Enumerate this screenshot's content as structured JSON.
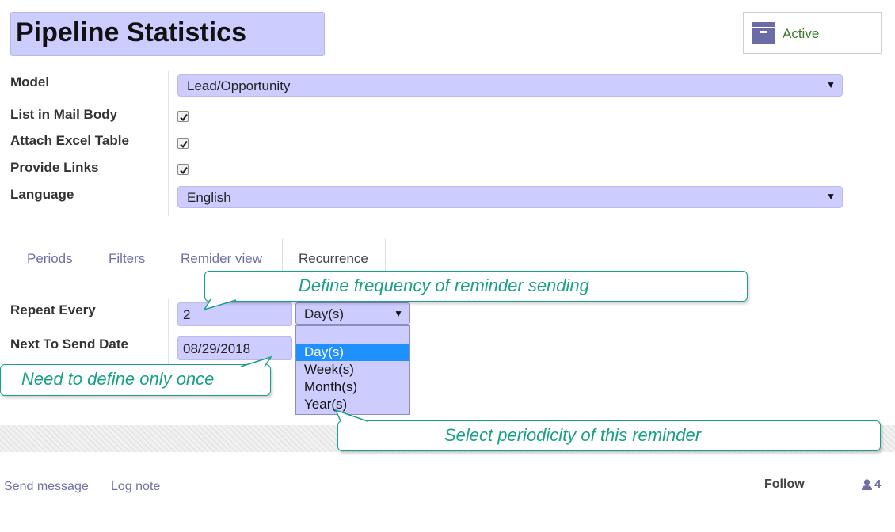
{
  "header": {
    "title": "Pipeline Statistics",
    "active_label": "Active",
    "archive_icon": "archive-box-icon"
  },
  "form": {
    "model_label": "Model",
    "model_value": "Lead/Opportunity",
    "list_in_mail_body_label": "List in Mail Body",
    "list_in_mail_body_checked": true,
    "attach_excel_label": "Attach Excel Table",
    "attach_excel_checked": true,
    "provide_links_label": "Provide Links",
    "provide_links_checked": true,
    "language_label": "Language",
    "language_value": "English"
  },
  "tabs": [
    {
      "label": "Periods",
      "active": false
    },
    {
      "label": "Filters",
      "active": false
    },
    {
      "label": "Remider view",
      "active": false
    },
    {
      "label": "Recurrence",
      "active": true
    }
  ],
  "recurrence": {
    "repeat_every_label": "Repeat Every",
    "repeat_every_value": "2",
    "period_selected": "Day(s)",
    "period_options": [
      "",
      "Day(s)",
      "Week(s)",
      "Month(s)",
      "Year(s)"
    ],
    "next_send_label": "Next To Send Date",
    "next_send_value": "08/29/2018"
  },
  "callouts": {
    "frequency": "Define frequency of reminder sending",
    "once": "Need to define only once",
    "periodicity": "Select periodicity of this reminder"
  },
  "chatter": {
    "send_message": "Send message",
    "log_note": "Log note",
    "follow": "Follow",
    "followers_count": "4",
    "followers_icon": "user-icon"
  },
  "colors": {
    "field_bg": "#ccccff",
    "accent_text": "#6f6fa6",
    "callout": "#1aa086",
    "active_green": "#3b7a2a",
    "selected_option": "#1e90ff"
  }
}
